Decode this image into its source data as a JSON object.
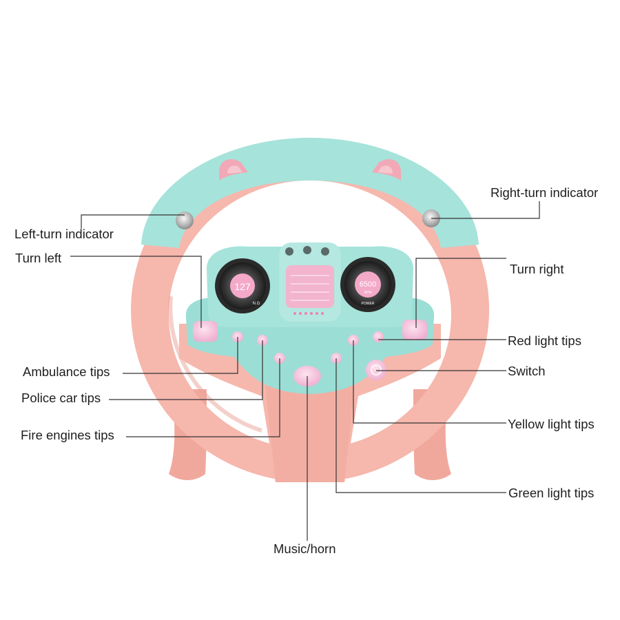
{
  "callouts": [
    {
      "id": "left-turn-indicator",
      "text": "Left-turn indicator"
    },
    {
      "id": "turn-left",
      "text": "Turn left"
    },
    {
      "id": "ambulance-tips",
      "text": "Ambulance tips"
    },
    {
      "id": "police-car-tips",
      "text": "Police car tips"
    },
    {
      "id": "fire-engines-tips",
      "text": "Fire engines tips"
    },
    {
      "id": "music-horn",
      "text": "Music/horn"
    },
    {
      "id": "right-turn-indicator",
      "text": "Right-turn indicator"
    },
    {
      "id": "turn-right",
      "text": "Turn right"
    },
    {
      "id": "red-light-tips",
      "text": "Red light tips"
    },
    {
      "id": "switch",
      "text": "Switch"
    },
    {
      "id": "yellow-light-tips",
      "text": "Yellow light tips"
    },
    {
      "id": "green-light-tips",
      "text": "Green light tips"
    }
  ],
  "gauges": {
    "left_value": "127",
    "right_value": "6500",
    "right_unit": "RPM",
    "left_unit": "N.G",
    "right_caption": "POWER"
  },
  "colors": {
    "wheel_pink": "#f6b7ad",
    "wheel_pink_dark": "#e9a196",
    "wheel_teal": "#a6e3da",
    "panel_teal": "#8fd9cf",
    "button_pink": "#f5c3dc",
    "ear_pink": "#f2a8b6",
    "leader_line": "#333333"
  }
}
